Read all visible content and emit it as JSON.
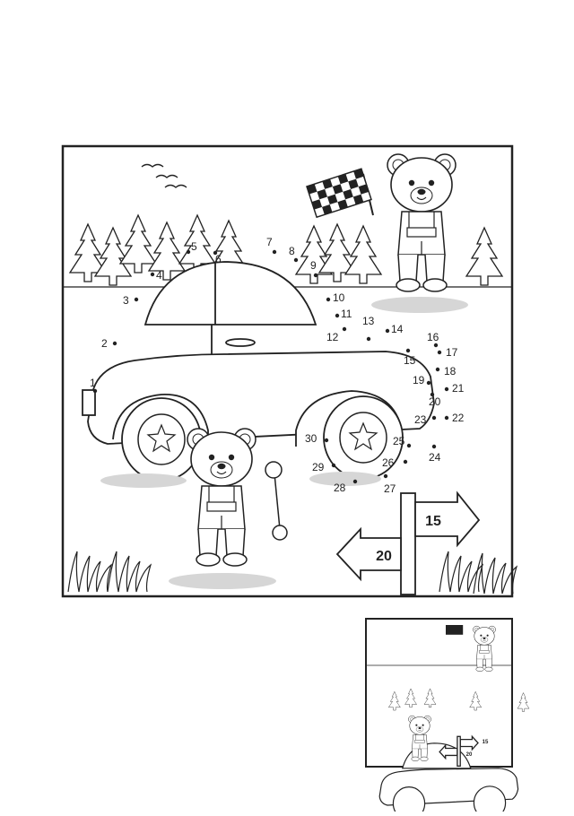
{
  "puzzle": {
    "dots": [
      {
        "n": "1"
      },
      {
        "n": "2"
      },
      {
        "n": "3"
      },
      {
        "n": "4"
      },
      {
        "n": "5"
      },
      {
        "n": "6"
      },
      {
        "n": "7"
      },
      {
        "n": "8"
      },
      {
        "n": "9"
      },
      {
        "n": "10"
      },
      {
        "n": "11"
      },
      {
        "n": "12"
      },
      {
        "n": "13"
      },
      {
        "n": "14"
      },
      {
        "n": "15"
      },
      {
        "n": "16"
      },
      {
        "n": "17"
      },
      {
        "n": "18"
      },
      {
        "n": "19"
      },
      {
        "n": "20"
      },
      {
        "n": "21"
      },
      {
        "n": "22"
      },
      {
        "n": "23"
      },
      {
        "n": "24"
      },
      {
        "n": "25"
      },
      {
        "n": "26"
      },
      {
        "n": "27"
      },
      {
        "n": "28"
      },
      {
        "n": "29"
      },
      {
        "n": "30"
      }
    ],
    "sign_right": "15",
    "sign_left": "20"
  },
  "preview": {
    "sign_right": "15",
    "sign_left": "20"
  },
  "colors": {
    "line": "#222222",
    "shadow": "#d6d6d6",
    "paper": "#ffffff"
  }
}
